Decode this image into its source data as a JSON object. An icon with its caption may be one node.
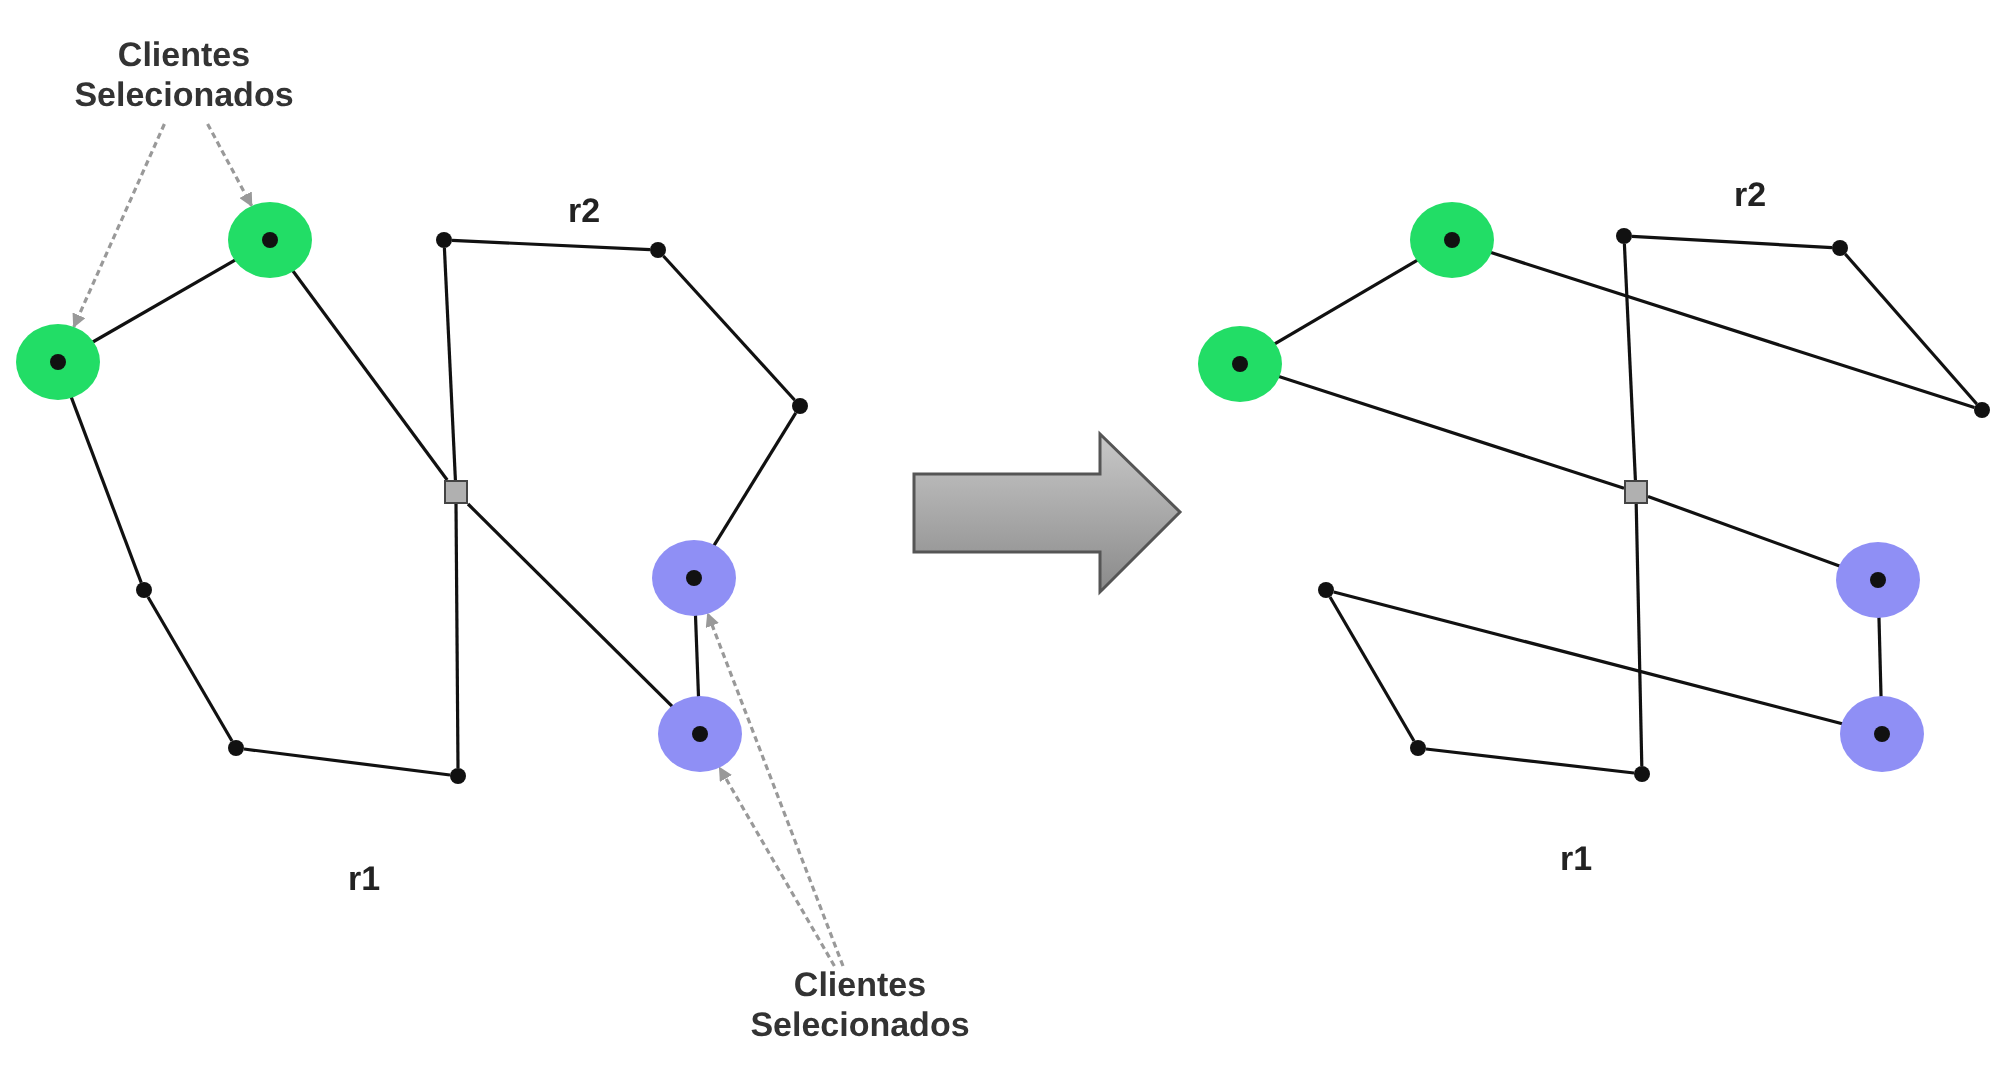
{
  "diagram": {
    "nodes": [
      {
        "text": [
          "Clientes Selecionados"
        ]
      },
      {
        "text": [],
        "shape": "circle"
      },
      {
        "text": [],
        "shape": "circle",
        "in": 1
      },
      {
        "text": [],
        "shape": "circle"
      },
      {
        "text": [],
        "shape": "circle"
      },
      {
        "text": [],
        "shape": "circle"
      },
      {
        "text": [],
        "shape": "circle",
        "in": 5
      },
      {
        "text": [],
        "shape": "circle"
      },
      {
        "text": [],
        "shape": "box"
      },
      {
        "text": [],
        "shape": "circle"
      },
      {
        "text": [],
        "shape": "circle",
        "in": 9
      },
      {
        "text": [],
        "shape": "circle"
      },
      {
        "text": [],
        "shape": "circle"
      },
      {
        "text": [],
        "shape": "circle",
        "in": 12
      },
      {
        "text": [],
        "shape": "circle"
      },
      {
        "text": [],
        "shape": "circle"
      },
      {
        "text": [],
        "shape": "circle"
      },
      {
        "text": [],
        "shape": "circle",
        "in": 16
      },
      {
        "text": [],
        "shape": "circle"
      },
      {
        "text": [],
        "shape": "circle"
      },
      {
        "text": [],
        "shape": "circle"
      },
      {
        "text": [],
        "shape": "circle",
        "in": 20
      },
      {
        "text": [],
        "shape": "circle"
      },
      {
        "text": [],
        "shape": "box"
      },
      {
        "text": [],
        "shape": "circle"
      },
      {
        "text": [],
        "shape": "circle",
        "in": 24
      },
      {
        "text": [],
        "shape": "circle"
      },
      {
        "text": [],
        "shape": "circle"
      },
      {
        "text": [],
        "shape": "circle",
        "in": 27
      },
      {
        "text": [],
        "shape": "circle"
      },
      {
        "text": [],
        "shape": "circle"
      },
      {
        "text": [
          "Clientes Selecionados"
        ]
      }
    ],
    "edges": [
      {
        "from": 6,
        "to": 2,
        "arrow": "none"
      },
      {
        "from": 2,
        "to": 8,
        "arrow": "none"
      },
      {
        "from": 6,
        "to": 11,
        "arrow": "none"
      },
      {
        "from": 11,
        "to": 14,
        "arrow": "none"
      },
      {
        "from": 14,
        "to": 15,
        "arrow": "none"
      },
      {
        "from": 15,
        "to": 8,
        "arrow": "none"
      },
      {
        "from": 8,
        "to": 3,
        "arrow": "none"
      },
      {
        "from": 3,
        "to": 4,
        "arrow": "none"
      },
      {
        "from": 4,
        "to": 7,
        "arrow": "none"
      },
      {
        "from": 7,
        "to": 10,
        "arrow": "none"
      },
      {
        "from": 10,
        "to": 13,
        "arrow": "none"
      },
      {
        "from": 13,
        "to": 8,
        "arrow": "none"
      },
      {
        "from": 21,
        "to": 17,
        "arrow": "none"
      },
      {
        "from": 17,
        "to": 22,
        "arrow": "none"
      },
      {
        "from": 22,
        "to": 19,
        "arrow": "none"
      },
      {
        "from": 19,
        "to": 18,
        "arrow": "none"
      },
      {
        "from": 18,
        "to": 23,
        "arrow": "none"
      },
      {
        "from": 21,
        "to": 23,
        "arrow": "none"
      },
      {
        "from": 23,
        "to": 25,
        "arrow": "none"
      },
      {
        "from": 25,
        "to": 28,
        "arrow": "none"
      },
      {
        "from": 28,
        "to": 26,
        "arrow": "none"
      },
      {
        "from": 26,
        "to": 29,
        "arrow": "none"
      },
      {
        "from": 29,
        "to": 30,
        "arrow": "none"
      },
      {
        "from": 30,
        "to": 23,
        "arrow": "none"
      },
      {
        "from": 0,
        "to": 1,
        "arrow": "to",
        "style": "dashed",
        "color": "#999999"
      },
      {
        "from": 0,
        "to": 5,
        "arrow": "to",
        "style": "dashed",
        "color": "#999999"
      },
      {
        "from": 31,
        "to": 9,
        "arrow": "to",
        "style": "dashed",
        "color": "#999999"
      },
      {
        "from": 31,
        "to": 12,
        "arrow": "to",
        "style": "dashed",
        "color": "#999999"
      }
    ],
    "labels": [
      "r2",
      "r2",
      "r1",
      "r1"
    ]
  }
}
